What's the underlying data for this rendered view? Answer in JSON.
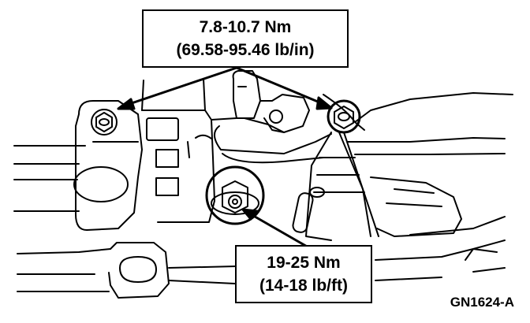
{
  "callouts": {
    "upper_torque": {
      "line1": "7.8-10.7 Nm",
      "line2": "(69.58-95.46 lb/in)"
    },
    "lower_torque": {
      "line1": "19-25 Nm",
      "line2": "(14-18 lb/ft)"
    }
  },
  "figure_id": "GN1624-A",
  "colors": {
    "ink": "#000000",
    "paper": "#ffffff"
  }
}
